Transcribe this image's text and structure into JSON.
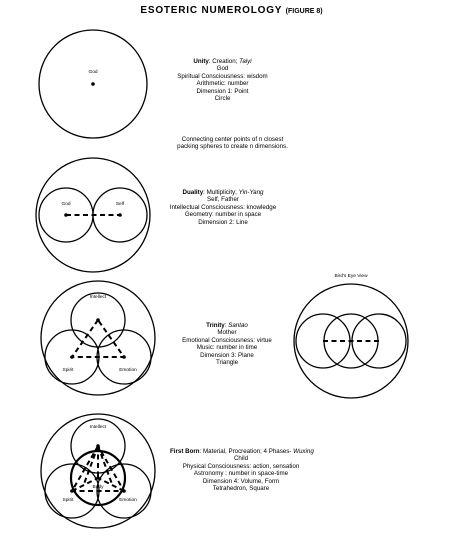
{
  "title": "ESOTERIC NUMEROLOGY",
  "figure_label": "(FIGURE 8)",
  "connecting_text": {
    "line1": "Connecting center points of n closest",
    "line2": "packing spheres to create n dimensions."
  },
  "sections": {
    "unity": {
      "heading": "Unity",
      "heading_rest": ": Creation; ",
      "heading_italic": "Taiyi",
      "lines": [
        "God",
        "Spiritual Consciousness: wisdom",
        "Arithmetic: number",
        "Dimension 1: Point",
        "Circle"
      ],
      "labels": {
        "center": "God"
      }
    },
    "duality": {
      "heading": "Duality",
      "heading_rest": ": Multiplicity; ",
      "heading_italic": "Yin-Yang",
      "lines": [
        "Self, Father",
        "Intellectual Consciousness: knowledge",
        "Geometry: number in space",
        "Dimension 2: Line"
      ],
      "labels": {
        "left": "God",
        "right": "Self"
      }
    },
    "trinity": {
      "heading": "Trinity",
      "heading_rest": ": ",
      "heading_italic": "Santao",
      "lines": [
        "Mother",
        "Emotional Consciousness: virtue",
        "Music: number in time",
        "Dimension 3: Plane",
        "Triangle"
      ],
      "labels": {
        "top": "Intellect",
        "left": "Spirit",
        "right": "Emotion"
      }
    },
    "first_born": {
      "heading": "First Born",
      "heading_rest": ": Material, Procreation; 4 Phases- ",
      "heading_italic": "Wuxing",
      "lines": [
        "Child",
        "Physical Consciousness: action, sensation",
        "Astronomy : number in space-time",
        "Dimension 4: Volume, Form",
        "Tetrahedron, Square"
      ],
      "labels": {
        "top": "Intellect",
        "left": "Spirit",
        "right": "Emotion",
        "center": "Body"
      }
    }
  },
  "birds_eye": {
    "label": "Bird's Eye View"
  }
}
